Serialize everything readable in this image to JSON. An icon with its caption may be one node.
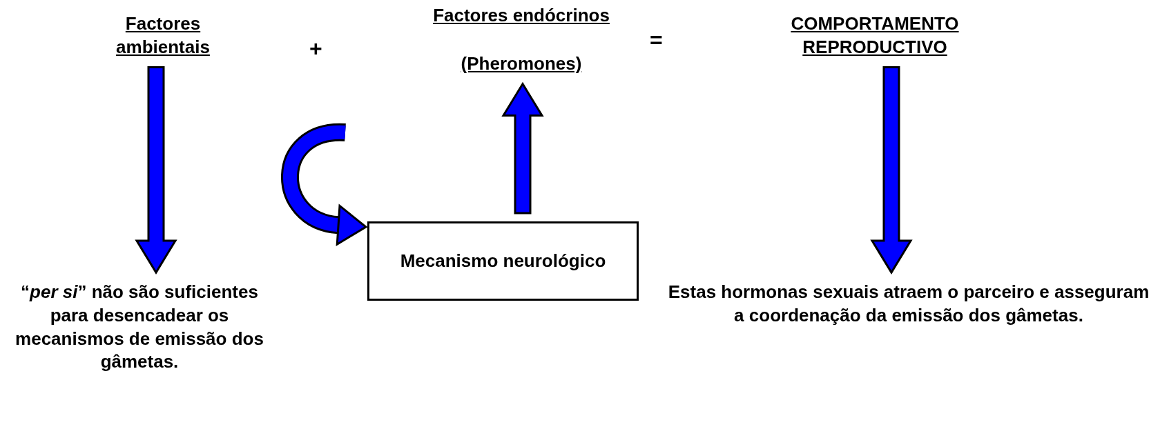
{
  "diagram": {
    "nodes": [
      {
        "text": [
          "Factores ambientais"
        ]
      },
      {
        "text": [
          "Factores endócrinos",
          "(Pheromones)"
        ]
      },
      {
        "text": [
          "COMPORTAMENTO REPRODUCTIVO"
        ]
      },
      {
        "text": [
          "Mecanismo neurológico"
        ]
      },
      {
        "text": [
          "“*per si*” não são suficientes para desencadear os mecanismos de emissão dos gâmetas."
        ]
      },
      {
        "text": [
          "Estas hormonas sexuais atraem o parceiro e asseguram a coordenação da emissão dos gâmetas."
        ]
      }
    ],
    "edges": [
      {
        "from": 0,
        "to": 4,
        "arrow": "to"
      },
      {
        "from": 3,
        "to": 1,
        "arrow": "to"
      },
      {
        "from": 2,
        "to": 5,
        "arrow": "to"
      },
      {
        "from": null,
        "to": 3,
        "arrow": "to"
      }
    ],
    "labels": [
      "+",
      "="
    ]
  }
}
